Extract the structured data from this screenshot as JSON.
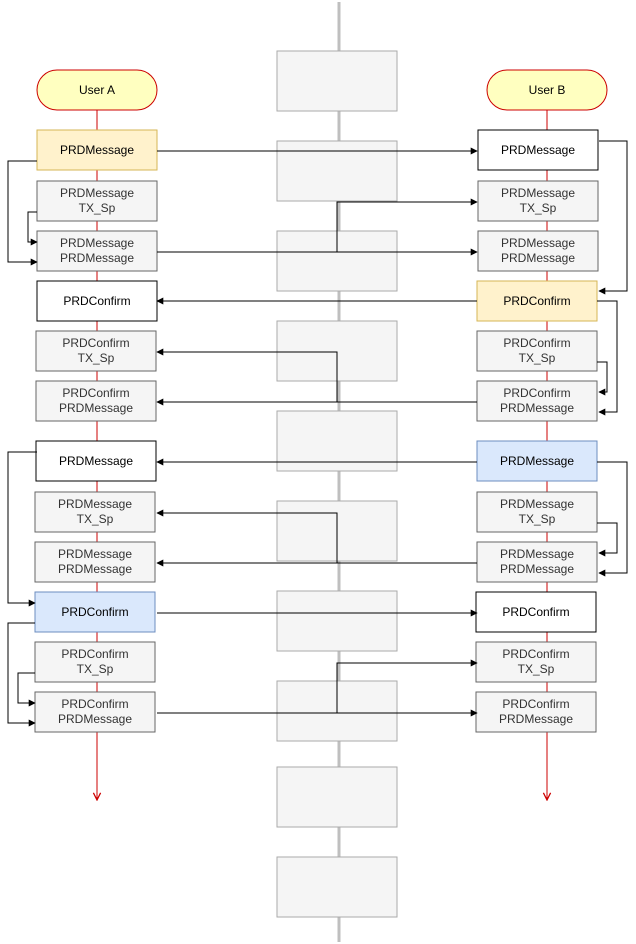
{
  "colors": {
    "lifeline": "#cc0000",
    "actor_fill": "#ffffc0",
    "actor_stroke": "#cc0000",
    "yellow_fill": "#fff2cc",
    "yellow_stroke": "#d6b656",
    "blue_fill": "#dae8fc",
    "blue_stroke": "#6c8ebf",
    "gray_fill": "#f5f5f5",
    "gray_stroke": "#666666",
    "white_fill": "#ffffff",
    "black_stroke": "#000000",
    "center_line": "#bfbfbf",
    "center_box_fill": "#f5f5f5",
    "center_box_stroke": "#aaaaaa"
  },
  "actors": {
    "user_a": "User A",
    "user_b": "User B"
  },
  "boxes": [
    {
      "id": "a1",
      "lines": [
        "PRDMessage"
      ],
      "style": "yellow"
    },
    {
      "id": "a2",
      "lines": [
        "PRDMessage",
        "TX_Sp"
      ],
      "style": "gray"
    },
    {
      "id": "a3",
      "lines": [
        "PRDMessage",
        "PRDMessage"
      ],
      "style": "gray"
    },
    {
      "id": "a4",
      "lines": [
        "PRDConfirm"
      ],
      "style": "white"
    },
    {
      "id": "a5",
      "lines": [
        "PRDConfirm",
        "TX_Sp"
      ],
      "style": "gray"
    },
    {
      "id": "a6",
      "lines": [
        "PRDConfirm",
        "PRDMessage"
      ],
      "style": "gray"
    },
    {
      "id": "a7",
      "lines": [
        "PRDMessage"
      ],
      "style": "white"
    },
    {
      "id": "a8",
      "lines": [
        "PRDMessage",
        "TX_Sp"
      ],
      "style": "gray"
    },
    {
      "id": "a9",
      "lines": [
        "PRDMessage",
        "PRDMessage"
      ],
      "style": "gray"
    },
    {
      "id": "a10",
      "lines": [
        "PRDConfirm"
      ],
      "style": "blue"
    },
    {
      "id": "a11",
      "lines": [
        "PRDConfirm",
        "TX_Sp"
      ],
      "style": "gray"
    },
    {
      "id": "a12",
      "lines": [
        "PRDConfirm",
        "PRDMessage"
      ],
      "style": "gray"
    },
    {
      "id": "b1",
      "lines": [
        "PRDMessage"
      ],
      "style": "white"
    },
    {
      "id": "b2",
      "lines": [
        "PRDMessage",
        "TX_Sp"
      ],
      "style": "gray"
    },
    {
      "id": "b3",
      "lines": [
        "PRDMessage",
        "PRDMessage"
      ],
      "style": "gray"
    },
    {
      "id": "b4",
      "lines": [
        "PRDConfirm"
      ],
      "style": "yellow"
    },
    {
      "id": "b5",
      "lines": [
        "PRDConfirm",
        "TX_Sp"
      ],
      "style": "gray"
    },
    {
      "id": "b6",
      "lines": [
        "PRDConfirm",
        "PRDMessage"
      ],
      "style": "gray"
    },
    {
      "id": "b7",
      "lines": [
        "PRDMessage"
      ],
      "style": "blue"
    },
    {
      "id": "b8",
      "lines": [
        "PRDMessage",
        "TX_Sp"
      ],
      "style": "gray"
    },
    {
      "id": "b9",
      "lines": [
        "PRDMessage",
        "PRDMessage"
      ],
      "style": "gray"
    },
    {
      "id": "b10",
      "lines": [
        "PRDConfirm"
      ],
      "style": "white"
    },
    {
      "id": "b11",
      "lines": [
        "PRDConfirm",
        "TX_Sp"
      ],
      "style": "gray"
    },
    {
      "id": "b12",
      "lines": [
        "PRDConfirm",
        "PRDMessage"
      ],
      "style": "gray"
    }
  ]
}
